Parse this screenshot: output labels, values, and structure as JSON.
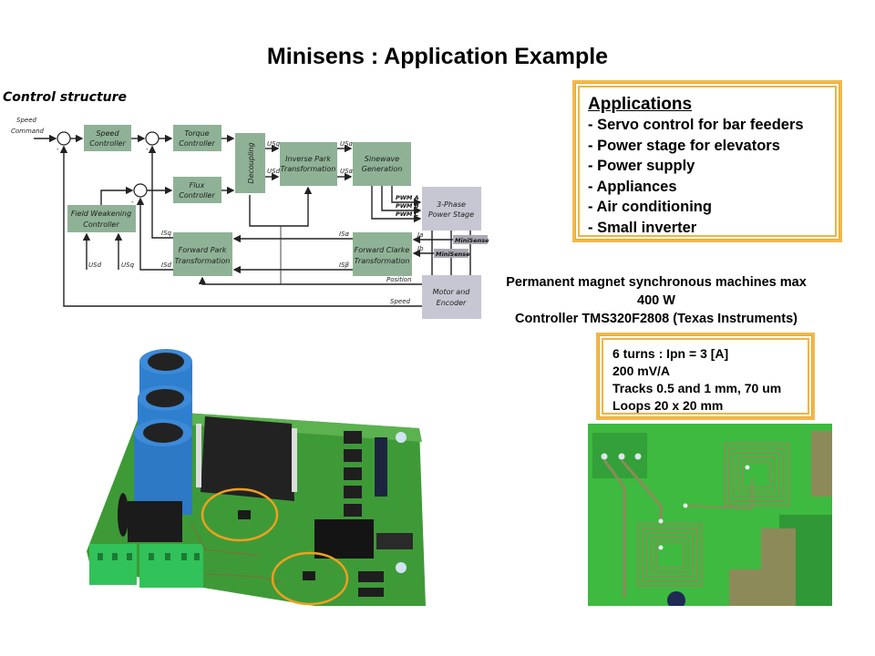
{
  "slide": {
    "title": "Minisens : Application Example"
  },
  "control_diagram": {
    "heading": "Control structure",
    "input_label": [
      "Speed",
      "Command"
    ],
    "blocks": {
      "speed_controller": [
        "Speed",
        "Controller"
      ],
      "torque_controller": [
        "Torque",
        "Controller"
      ],
      "flux_controller": [
        "Flux",
        "Controller"
      ],
      "decoupling": "Decoupling",
      "inverse_park": [
        "Inverse Park",
        "Transformation"
      ],
      "sinewave": [
        "Sinewave",
        "Generation"
      ],
      "power_stage": [
        "3-Phase",
        "Power Stage"
      ],
      "field_weakening": [
        "Field Weakening",
        "Controller"
      ],
      "forward_park": [
        "Forward Park",
        "Transformation"
      ],
      "forward_clarke": [
        "Forward Clarke",
        "Transformation"
      ],
      "motor_encoder": [
        "Motor and",
        "Encoder"
      ]
    },
    "signals": {
      "usq": "USq",
      "usd": "USd",
      "usa": "USα",
      "usb": "USα",
      "pwm_a": "PWM A",
      "pwm_b": "PWM B",
      "pwm_c": "PWM C",
      "isq": "ISq",
      "isd": "ISd",
      "isa": "ISα",
      "isb": "ISβ",
      "ia": "Ia",
      "ib": "Ib",
      "fw_usd": "USd",
      "fw_usq": "USq",
      "position": "Position",
      "speed": "Speed",
      "minus": "-"
    },
    "sensor_tags": [
      "MiniSense",
      "MiniSense"
    ]
  },
  "applications": {
    "heading": "Applications",
    "items": [
      "- Servo control for bar feeders",
      "- Power stage for elevators",
      "- Power supply",
      "- Appliances",
      "- Air conditioning",
      "- Small inverter"
    ]
  },
  "machine_info": {
    "lines": [
      "Permanent magnet synchronous machines max",
      "400 W",
      "Controller TMS320F2808 (Texas Instruments)"
    ]
  },
  "sensor_specs": {
    "lines": [
      "6 turns : Ipn = 3 [A]",
      "200 mV/A",
      "Tracks 0.5 and 1 mm, 70 um",
      "Loops 20 x 20 mm"
    ]
  },
  "photos": {
    "pcb_board": "inverter-board-photo",
    "coil_closeup": "pcb-coil-loops-photo"
  },
  "colors": {
    "block_green": "#8fb296",
    "block_gray": "#c7c7d3",
    "frame_gold": "#f2b94a",
    "highlight_circle": "#f0a020",
    "pcb_green": "#3f9a3a",
    "capacitor_blue": "#2f7fcf"
  }
}
